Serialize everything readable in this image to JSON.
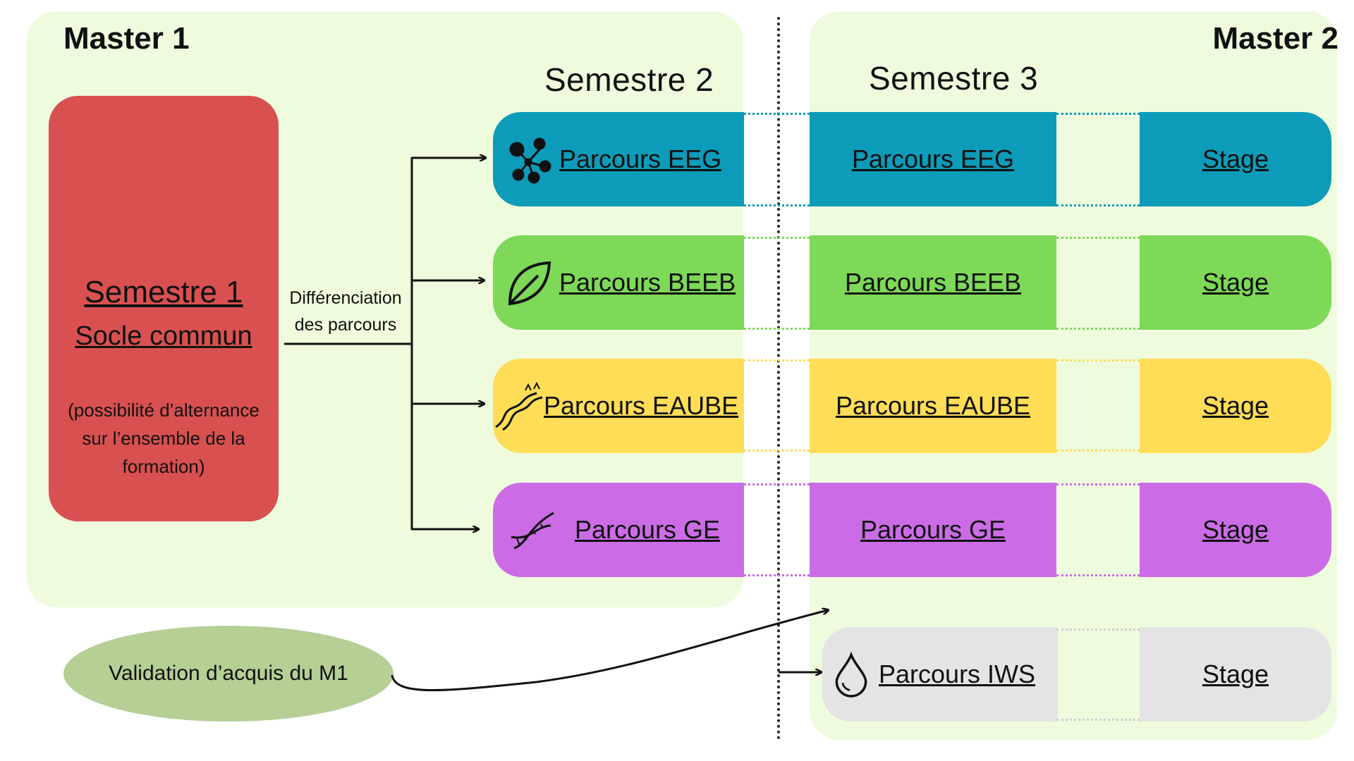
{
  "master1": {
    "title": "Master 1"
  },
  "master2": {
    "title": "Master 2"
  },
  "semestre2": {
    "title": "Semestre 2"
  },
  "semestre3": {
    "title": "Semestre 3"
  },
  "semestre1": {
    "title": "Semestre 1",
    "subtitle": "Socle commun",
    "note": "(possibilité d’alternance sur l’ensemble de la formation)"
  },
  "differenciation": {
    "line1": "Différenciation",
    "line2": "des parcours"
  },
  "validation": {
    "label": "Validation d’acquis du M1"
  },
  "parcours": [
    {
      "label": "Parcours EEG",
      "stage": "Stage",
      "color": "#0c9bb8",
      "icon": "ecology-network-icon"
    },
    {
      "label": "Parcours BEEB",
      "stage": "Stage",
      "color": "#7dd957",
      "icon": "leaf-icon"
    },
    {
      "label": "Parcours EAUBE",
      "stage": "Stage",
      "color": "#ffdd57",
      "icon": "river-icon"
    },
    {
      "label": "Parcours GE",
      "stage": "Stage",
      "color": "#cb6ce6",
      "icon": "dna-icon"
    }
  ],
  "iws": {
    "label": "Parcours IWS",
    "stage": "Stage",
    "color": "#e4e4e4",
    "icon": "water-drop-icon"
  },
  "colors": {
    "panel": "#eefbdd",
    "semestre1": "#d95050",
    "validation": "#b5cf95"
  }
}
